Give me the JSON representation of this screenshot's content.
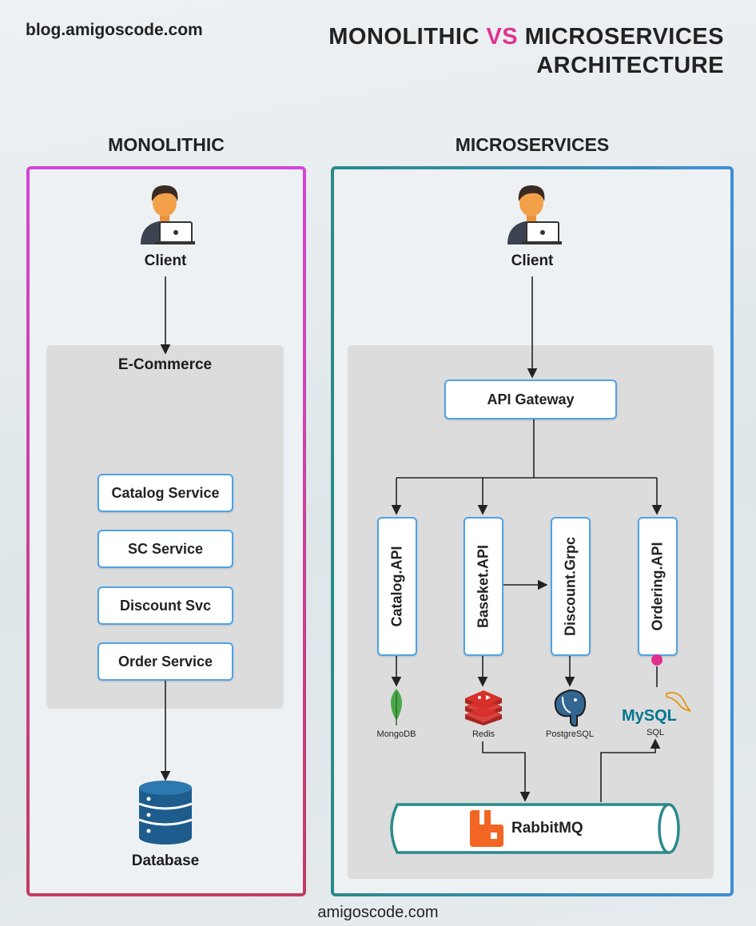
{
  "header": {
    "site": "blog.amigoscode.com",
    "title_part1": "MONOLITHIC ",
    "title_vs": "VS",
    "title_part2": " MICROSERVICES",
    "title_line2": "ARCHITECTURE"
  },
  "monolithic": {
    "heading": "MONOLITHIC",
    "client": "Client",
    "app_label": "E-Commerce",
    "services": [
      "Catalog Service",
      "SC Service",
      "Discount Svc",
      "Order Service"
    ],
    "database": "Database"
  },
  "microservices": {
    "heading": "MICROSERVICES",
    "client": "Client",
    "gateway": "API Gateway",
    "apis": [
      "Catalog.API",
      "Baseket.API",
      "Discount.Grpc",
      "Ordering.API"
    ],
    "stores": [
      "MongoDB",
      "Redis",
      "PostgreSQL",
      "SQL"
    ],
    "mysql_logo": "MySQL",
    "broker": "RabbitMQ"
  },
  "footer": {
    "text": "amigoscode.com"
  },
  "colors": {
    "monolithic_border_start": "#d245d6",
    "monolithic_border_end": "#c23b61",
    "microservices_border_start": "#2a8a8a",
    "microservices_border_end": "#3e8fd6",
    "service_border": "#4ea3e8",
    "vs_accent": "#e0308f",
    "rabbitmq": "#f26522",
    "redis": "#d8302a",
    "mongodb": "#4aa84a",
    "postgres": "#336791",
    "database": "#1d5c8d",
    "pipe": "#2a8a8a"
  },
  "icons": [
    "person-laptop-icon",
    "database-icon",
    "mongodb-leaf-icon",
    "redis-icon",
    "postgresql-elephant-icon",
    "mysql-dolphin-icon",
    "rabbitmq-icon"
  ]
}
